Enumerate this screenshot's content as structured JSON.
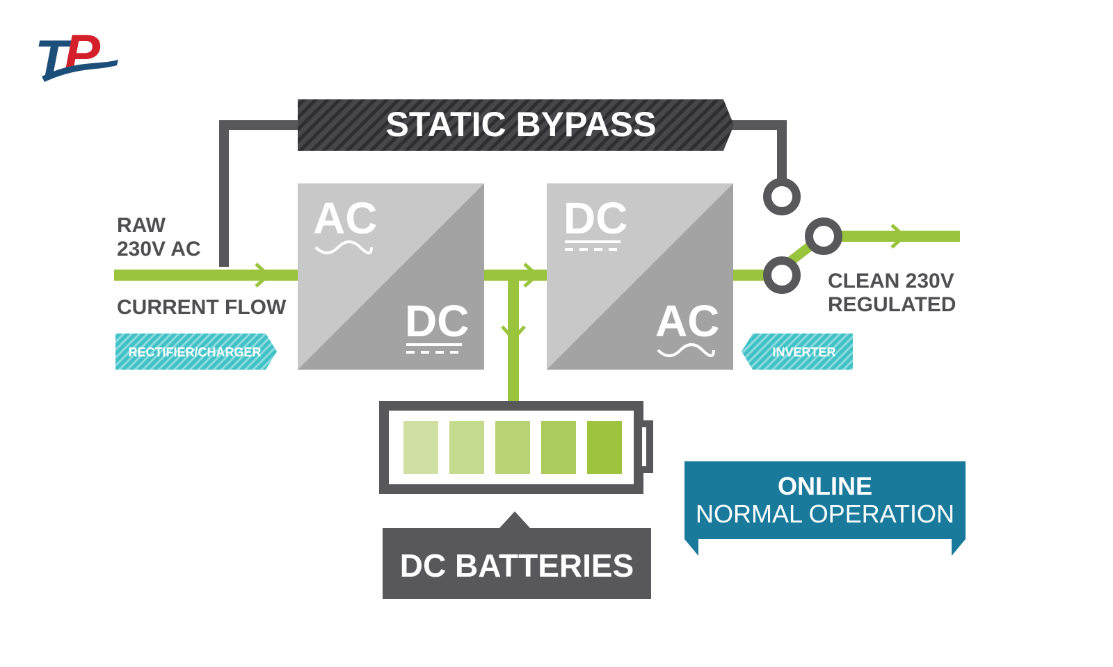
{
  "logo": {
    "text": "TP",
    "colors": [
      "#1b4f7a",
      "#d3202a"
    ]
  },
  "bypass": {
    "label": "STATIC BYPASS"
  },
  "input": {
    "line1": "RAW",
    "line2": "230V AC",
    "flow": "CURRENT FLOW"
  },
  "rectifier": {
    "top": "AC",
    "bottom": "DC",
    "tag": "RECTIFIER/CHARGER"
  },
  "inverter": {
    "top": "DC",
    "bottom": "AC",
    "tag": "INVERTER"
  },
  "output": {
    "line1": "CLEAN 230V",
    "line2": "REGULATED"
  },
  "battery": {
    "label": "DC BATTERIES",
    "cells": 5
  },
  "status": {
    "title": "ONLINE",
    "subtitle": "NORMAL OPERATION"
  },
  "colors": {
    "flow": "#9ac43c",
    "wire": "#58585a",
    "teal": "#41c1c6",
    "status_bg": "#1a7a9c",
    "converter_light": "#c8c8c8",
    "converter_dark": "#a3a3a3"
  }
}
